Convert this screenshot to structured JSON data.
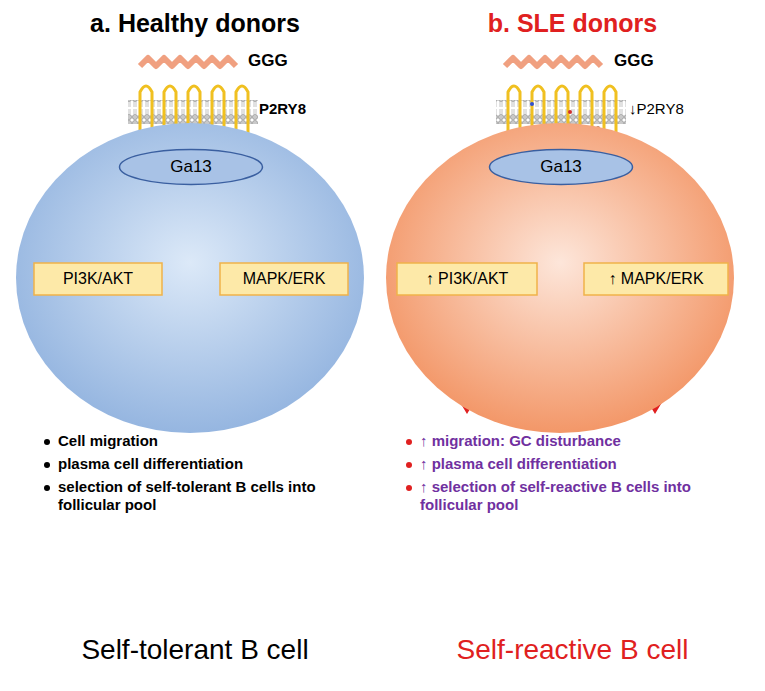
{
  "diagram": {
    "nodes": [
      {
        "text": [
          "P2RY8"
        ]
      },
      {
        "text": [
          "Ga13"
        ],
        "in": 0
      },
      {
        "text": [
          "PI3K/AKT"
        ],
        "in": 0
      },
      {
        "text": [
          "MAPK/ERK"
        ],
        "in": 0
      },
      {
        "text": [
          "↓P2RY8"
        ]
      },
      {
        "text": [
          "Ga13"
        ],
        "in": 4
      },
      {
        "text": [
          "↑ PI3K/AKT"
        ],
        "in": 4
      },
      {
        "text": [
          "↑ MAPK/ERK"
        ],
        "in": 4
      }
    ],
    "edges": [
      {
        "from": 1,
        "to": 2,
        "arrow": "to"
      },
      {
        "from": 1,
        "to": 3,
        "arrow": "to"
      },
      {
        "from": 5,
        "to": 6,
        "arrow": "to"
      },
      {
        "from": 5,
        "to": 7,
        "arrow": "to"
      }
    ],
    "labels": [
      "a. Healthy donors",
      "GGG",
      "Cell migration",
      "plasma cell differentiation",
      "selection of self-tolerant B cells into follicular pool",
      "Self-tolerant B cell",
      "b. SLE donors",
      "GGG",
      "↑ migration: GC disturbance",
      "↑ plasma cell differentiation",
      "↑ selection of self-reactive B cells into follicular pool",
      "Self-reactive B cell"
    ]
  }
}
